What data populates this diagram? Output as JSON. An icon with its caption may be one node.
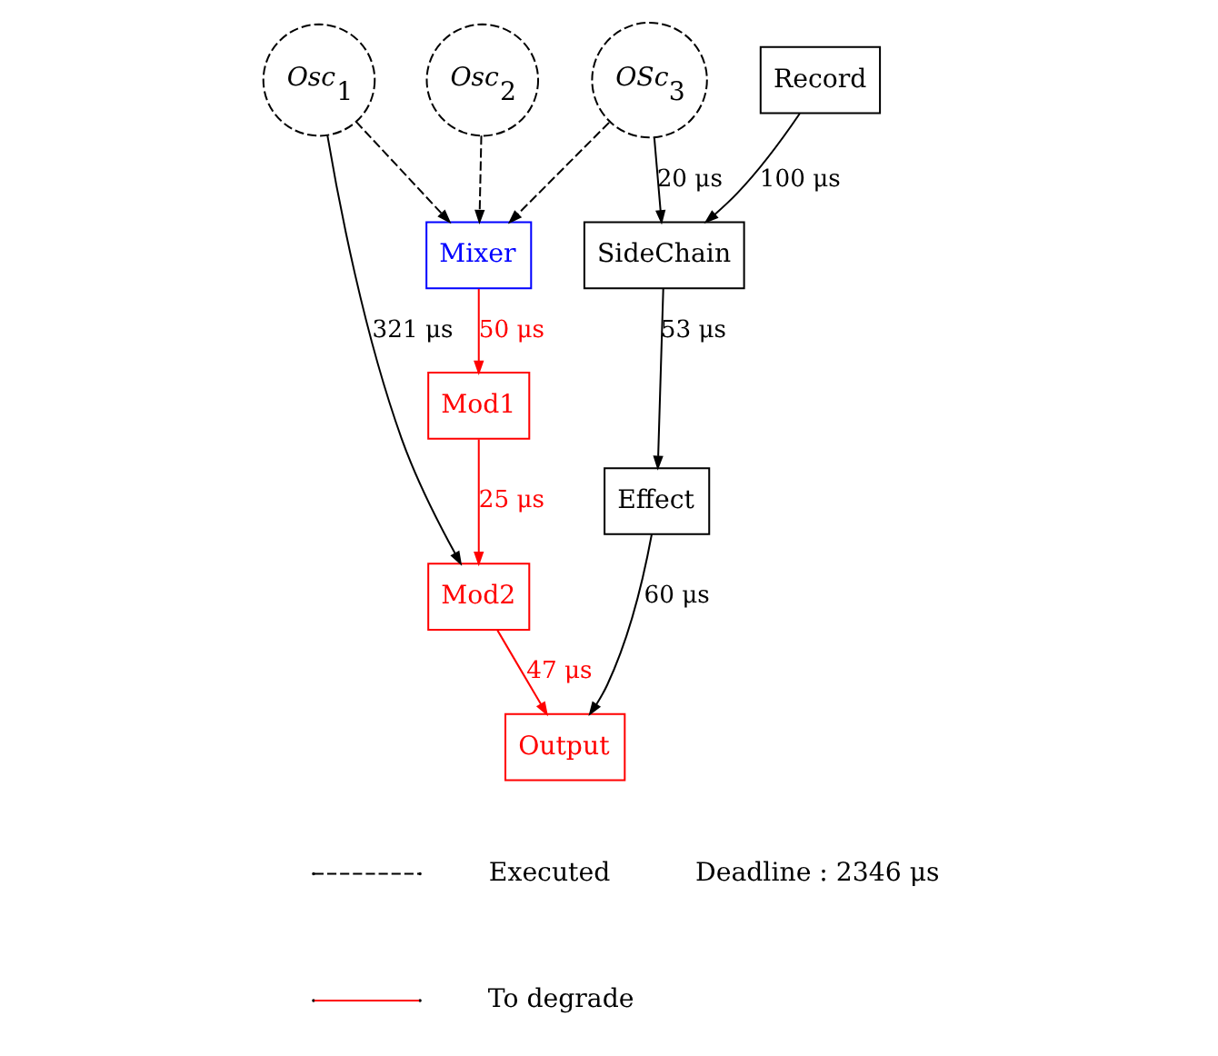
{
  "diagram": {
    "nodes": [
      {
        "text": [
          "Osc$_{1}$"
        ]
      },
      {
        "text": [
          "Osc$_{2}$"
        ]
      },
      {
        "text": [
          "OSc$_{3}$"
        ]
      },
      {
        "text": [
          "Record"
        ]
      },
      {
        "text": [
          "Mixer"
        ]
      },
      {
        "text": [
          "SideChain"
        ]
      },
      {
        "text": [
          "Mod1"
        ]
      },
      {
        "text": [
          "Effect"
        ]
      },
      {
        "text": [
          "Mod2"
        ]
      },
      {
        "text": [
          "Output"
        ]
      }
    ],
    "edges": [
      {
        "from": 0,
        "to": 4,
        "arrow": "to",
        "style": "dashed"
      },
      {
        "from": 1,
        "to": 4,
        "arrow": "to",
        "style": "dashed"
      },
      {
        "from": 2,
        "to": 4,
        "arrow": "to",
        "style": "dashed"
      },
      {
        "from": 2,
        "to": 5,
        "arrow": "to",
        "label": "20 μs"
      },
      {
        "from": 3,
        "to": 5,
        "arrow": "to",
        "label": "100 μs"
      },
      {
        "from": 4,
        "to": 6,
        "arrow": "to",
        "label": "50 μs",
        "color": "#ff0000"
      },
      {
        "from": 6,
        "to": 8,
        "arrow": "to",
        "label": "25 μs",
        "color": "#ff0000"
      },
      {
        "from": 0,
        "to": 8,
        "arrow": "to",
        "label": "321 μs"
      },
      {
        "from": 5,
        "to": 7,
        "arrow": "to",
        "label": "53 μs"
      },
      {
        "from": 8,
        "to": 9,
        "arrow": "to",
        "label": "47 μs",
        "color": "#ff0000"
      },
      {
        "from": 7,
        "to": 9,
        "arrow": "to",
        "label": "60 μs"
      }
    ],
    "labels": [
      "Deadline : 2346 μs"
    ],
    "legend": [
      {
        "text": "Executed"
      },
      {
        "text": "To degrade",
        "color": "#ff0000"
      }
    ]
  }
}
